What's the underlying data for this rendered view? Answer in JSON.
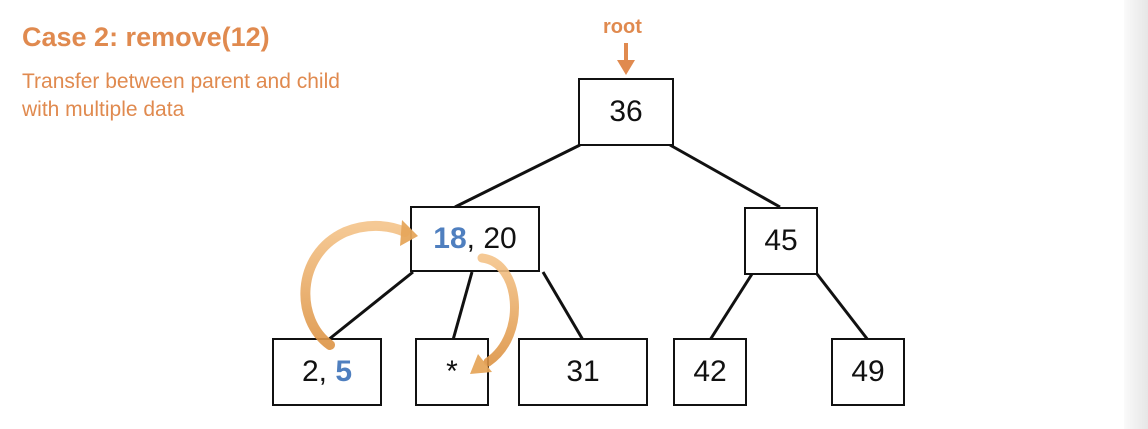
{
  "slide": {
    "title": "Case 2: remove(12)",
    "subtitle_lines": [
      "Transfer between parent and child",
      "with multiple data"
    ],
    "root_label": "root",
    "accent_color": "#e08a4f",
    "highlight_color": "#4f7fbf",
    "arrow_fill_color": "#e6a75c"
  },
  "tree": {
    "root": {
      "label": "36"
    },
    "left": {
      "first": "18",
      "sep": ", ",
      "second": "20"
    },
    "right": {
      "label": "45"
    },
    "left_children": [
      {
        "first": "2",
        "sep": ", ",
        "second": "5"
      },
      {
        "label": "*"
      },
      {
        "label": "31"
      }
    ],
    "right_children": [
      {
        "label": "42"
      },
      {
        "label": "49"
      }
    ]
  }
}
